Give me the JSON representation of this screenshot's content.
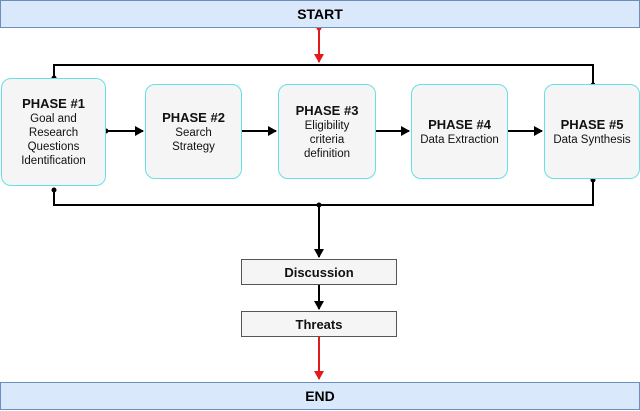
{
  "start_label": "START",
  "end_label": "END",
  "phases": [
    {
      "title": "PHASE #1",
      "desc": "Goal and Research Questions Identification"
    },
    {
      "title": "PHASE #2",
      "desc": "Search Strategy"
    },
    {
      "title": "PHASE #3",
      "desc": "Eligibility criteria definition"
    },
    {
      "title": "PHASE #4",
      "desc": "Data Extraction"
    },
    {
      "title": "PHASE #5",
      "desc": "Data Synthesis"
    }
  ],
  "discussion_label": "Discussion",
  "threats_label": "Threats",
  "colors": {
    "bar_fill": "#dae8fc",
    "bar_border": "#6c8ebf",
    "phase_border": "#67e0e3",
    "box_fill": "#f5f5f5",
    "red_arrow": "#e31a1c"
  }
}
